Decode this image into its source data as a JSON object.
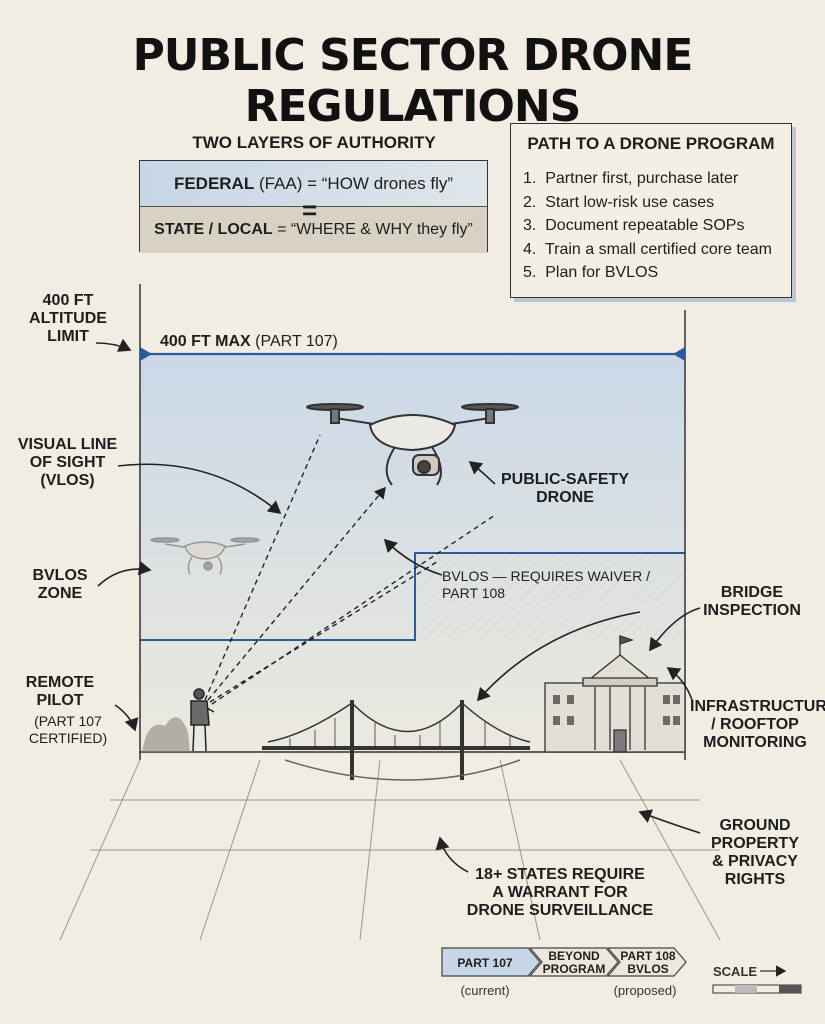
{
  "title": "PUBLIC SECTOR DRONE REGULATIONS",
  "authority": {
    "heading": "TWO LAYERS OF AUTHORITY",
    "federal_bold": "FEDERAL",
    "federal_rest": " (FAA) = “HOW drones fly”",
    "equals": "=",
    "state_bold": "STATE / LOCAL",
    "state_rest": " = “WHERE & WHY they fly”"
  },
  "path": {
    "heading": "PATH TO A DRONE PROGRAM",
    "steps": [
      "1.  Partner first, purchase later",
      "2.  Start low-risk use cases",
      "3.  Document repeatable SOPs",
      "4.  Train a small certified core team",
      "5.  Plan for BVLOS"
    ]
  },
  "labels": {
    "altitude_limit": [
      "400 FT",
      "ALTITUDE",
      "LIMIT"
    ],
    "max_bold": "400 FT MAX",
    "max_rest": " (PART 107)",
    "vlos": [
      "VISUAL LINE",
      "OF SIGHT",
      "(VLOS)"
    ],
    "bvlos_zone": [
      "BVLOS",
      "ZONE"
    ],
    "remote_pilot": [
      "REMOTE",
      "PILOT"
    ],
    "remote_pilot_sub": [
      "(PART 107",
      "CERTIFIED)"
    ],
    "public_safety_drone": [
      "PUBLIC-SAFETY",
      "DRONE"
    ],
    "bvlos_waiver": [
      "BVLOS — REQUIRES WAIVER /",
      "PART 108"
    ],
    "bridge_inspection": [
      "BRIDGE",
      "INSPECTION"
    ],
    "infrastructure": [
      "INFRASTRUCTURE",
      "/ ROOFTOP",
      "MONITORING"
    ],
    "ground_property": [
      "GROUND",
      "PROPERTY",
      "& PRIVACY",
      "RIGHTS"
    ],
    "warrant": [
      "18+ STATES REQUIRE",
      "A WARRANT FOR",
      "DRONE SURVEILLANCE"
    ]
  },
  "timeline": {
    "stages": [
      {
        "label": [
          "PART 107"
        ],
        "caption": "(current)"
      },
      {
        "label": [
          "BEYOND",
          "PROGRAM"
        ],
        "caption": ""
      },
      {
        "label": [
          "PART 108",
          "BVLOS"
        ],
        "caption": "(proposed)"
      }
    ],
    "scale_label": "SCALE"
  },
  "colors": {
    "sky_top": "#c9d8e8",
    "sky_bottom": "#ece9df",
    "accent_blue": "#2d5a9a",
    "paper": "#f1ede2"
  }
}
